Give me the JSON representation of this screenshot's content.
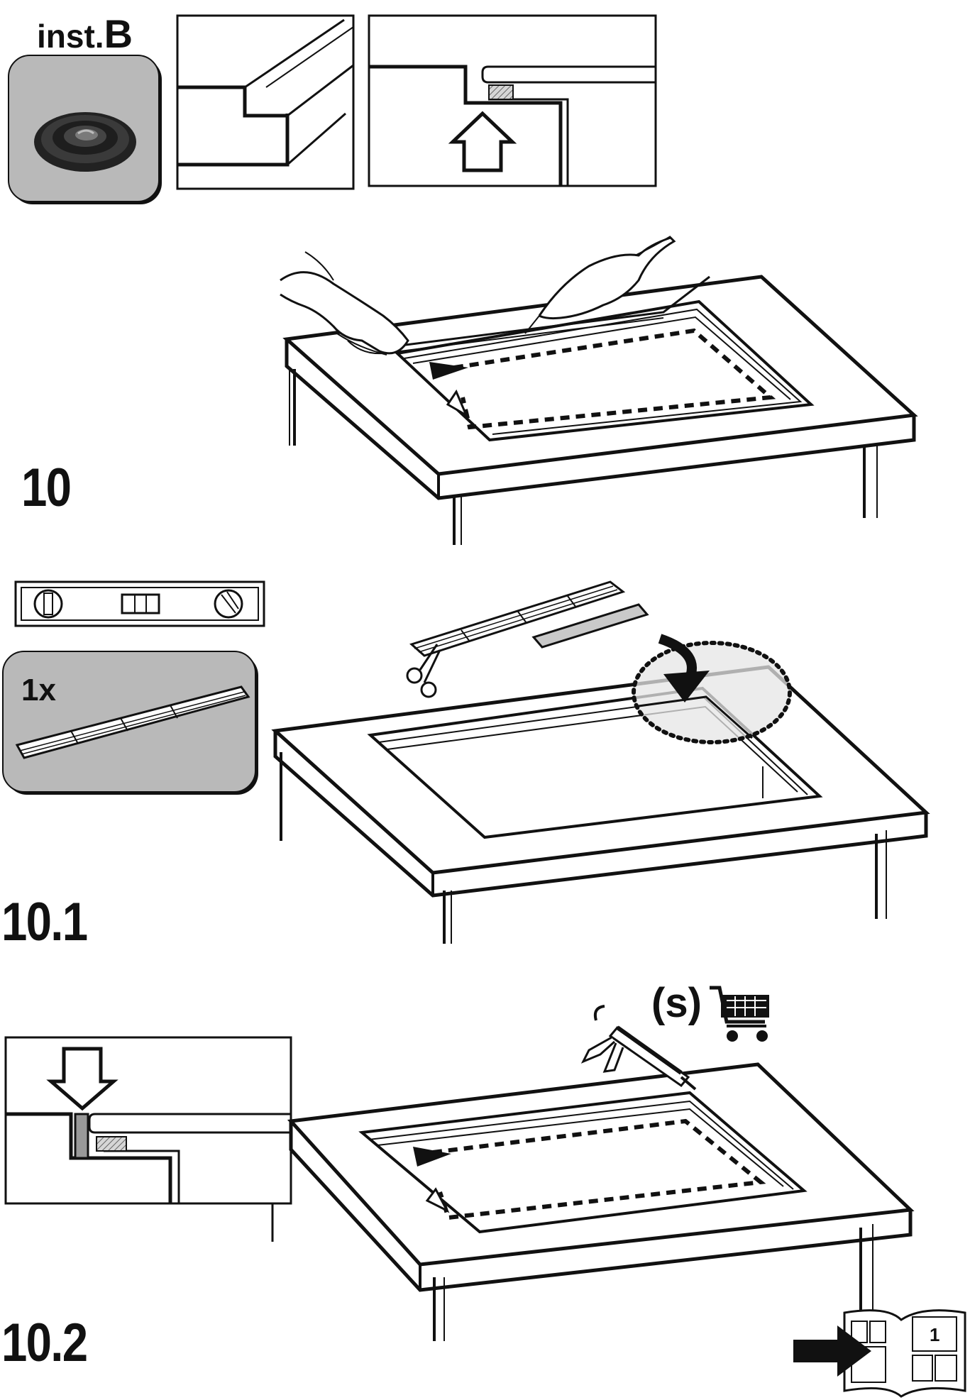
{
  "header": {
    "inst_label": "inst.",
    "inst_letter": "B"
  },
  "steps": [
    {
      "number": "10"
    },
    {
      "number": "10.1",
      "quantity": "1x"
    },
    {
      "number": "10.2",
      "supply": "(s)",
      "page_ref": "1"
    }
  ],
  "icons": {
    "tape": "sealing-tape-roll-icon",
    "level": "spirit-level-icon",
    "scissors": "scissors-icon",
    "caulk_gun": "caulk-gun-icon",
    "cart": "shopping-cart-icon",
    "manual": "manual-book-icon",
    "arrow": "pointer-arrow-icon"
  },
  "colors": {
    "line": "#111111",
    "panel": "#b9b9b9",
    "highlight": "#e2e2e2"
  }
}
